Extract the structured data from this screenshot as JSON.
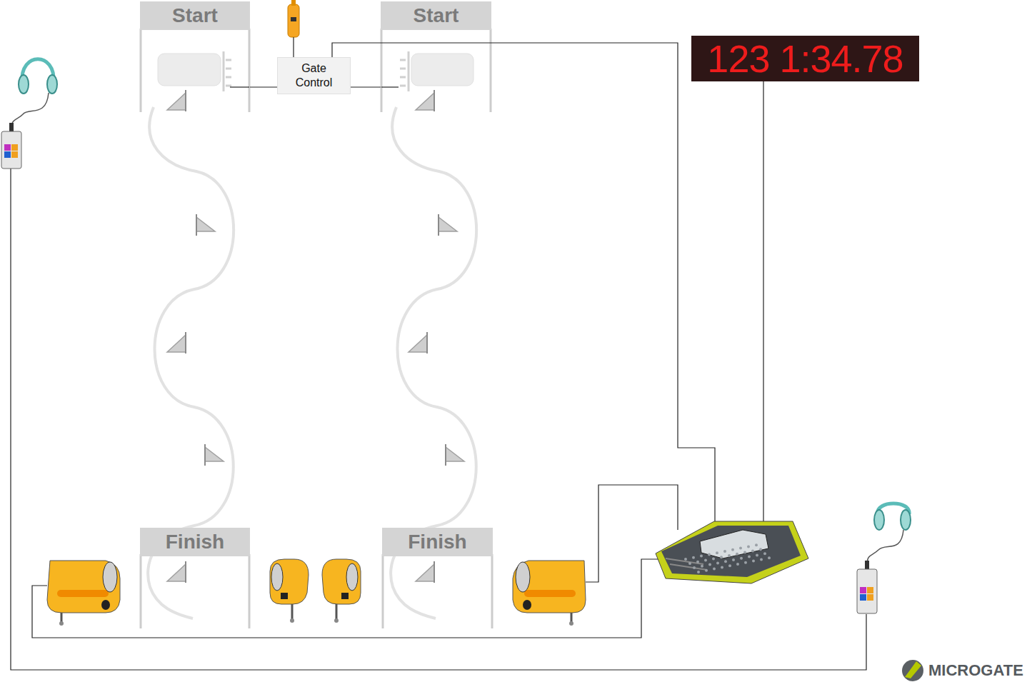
{
  "diagram": {
    "nodes": [
      {
        "text": [
          "Start"
        ]
      },
      {
        "text": [
          "Gate Control"
        ]
      },
      {
        "text": [
          "Start"
        ]
      },
      {
        "text": [
          "123 1:34.78"
        ]
      },
      {
        "text": [
          "Finish"
        ]
      },
      {
        "text": [
          "Finish"
        ]
      }
    ],
    "edges": [
      {
        "from": 0,
        "to": 1,
        "arrow": "none"
      },
      {
        "from": 1,
        "to": 2,
        "arrow": "none"
      }
    ],
    "labels": [
      "MICROGATE"
    ]
  }
}
